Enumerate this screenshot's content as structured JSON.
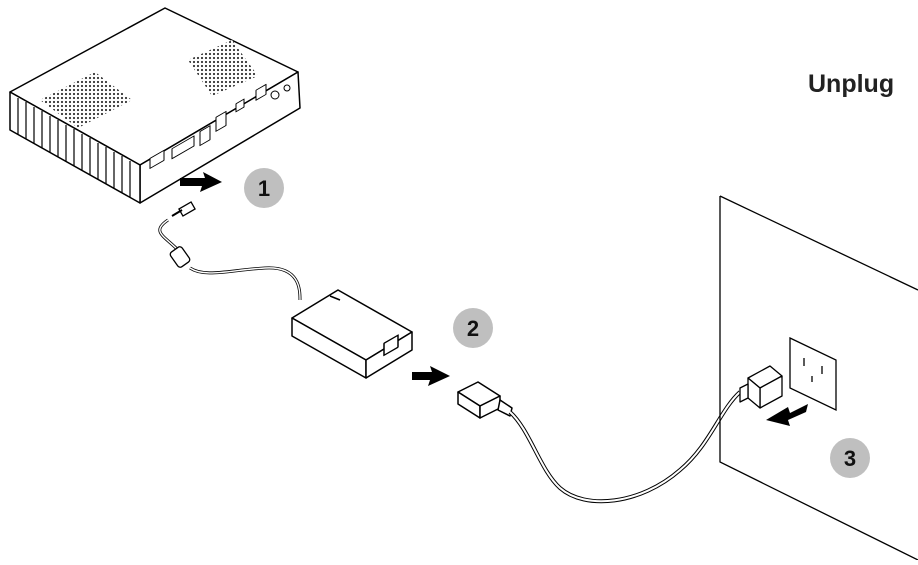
{
  "title": "Unplug",
  "steps": [
    {
      "number": "1"
    },
    {
      "number": "2"
    },
    {
      "number": "3"
    }
  ],
  "colors": {
    "badge_fill": "#bfbfbf",
    "line": "#000000",
    "background": "#ffffff",
    "arrow": "#000000"
  },
  "icons": [
    "mini-pc-icon",
    "dc-plug-icon",
    "power-adapter-icon",
    "ac-plug-icon",
    "wall-outlet-icon",
    "pull-arrow-icon"
  ]
}
